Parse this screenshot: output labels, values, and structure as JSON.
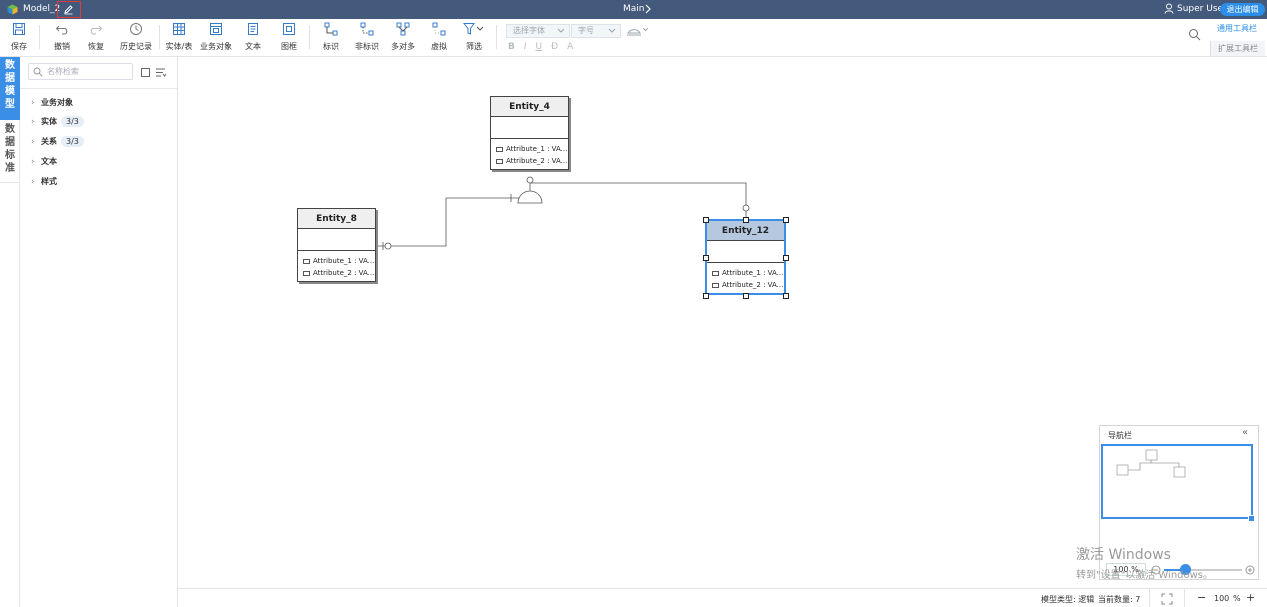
{
  "header": {
    "model_name": "Model_2",
    "center_title": "Main",
    "user_name": "Super User",
    "exit_label": "退出编辑"
  },
  "toolbar": {
    "save": "保存",
    "undo": "撤销",
    "redo": "恢复",
    "history": "历史记录",
    "entity_table": "实体/表",
    "business_object": "业务对象",
    "text": "文本",
    "frame": "图框",
    "identifying": "标识",
    "non_identifying": "非标识",
    "many_to_many": "多对多",
    "virtual": "虚拟",
    "filter": "筛选",
    "font_select_placeholder": "选择字体",
    "font_size_placeholder": "字号",
    "format_buttons": [
      "B",
      "I",
      "U",
      "Ð",
      "A"
    ],
    "general_tools": "通用工具栏",
    "extended_tools": "扩展工具栏"
  },
  "sidebar_tabs": {
    "data_model": [
      "数",
      "据",
      "模",
      "型"
    ],
    "data_standard": [
      "数",
      "据",
      "标",
      "准"
    ]
  },
  "tree": {
    "search_placeholder": "名称检索",
    "items": [
      {
        "label": "业务对象",
        "badge": ""
      },
      {
        "label": "实体",
        "badge": "3/3"
      },
      {
        "label": "关系",
        "badge": "3/3"
      },
      {
        "label": "文本",
        "badge": ""
      },
      {
        "label": "样式",
        "badge": ""
      }
    ]
  },
  "entities": [
    {
      "name": "Entity_4",
      "attributes": [
        "Attribute_1 : VA...",
        "Attribute_2 : VA..."
      ]
    },
    {
      "name": "Entity_8",
      "attributes": [
        "Attribute_1 : VA...",
        "Attribute_2 : VA..."
      ]
    },
    {
      "name": "Entity_12",
      "attributes": [
        "Attribute_1 : VA...",
        "Attribute_2 : VA..."
      ],
      "selected": true
    }
  ],
  "navigator": {
    "title": "导航栏",
    "zoom_value": "100 %",
    "zoom_level_fraction": 0.25
  },
  "watermark": {
    "line1": "激活 Windows",
    "line2": "转到\"设置\"以激活 Windows。"
  },
  "statusbar": {
    "model_type": "模型类型: 逻辑",
    "current_count": "当前数量: 7",
    "zoom_value": "100",
    "zoom_unit": "%"
  },
  "colors": {
    "titlebar": "#435a7c",
    "accent": "#3a8ee6",
    "selected_header": "#b6c8e0"
  }
}
